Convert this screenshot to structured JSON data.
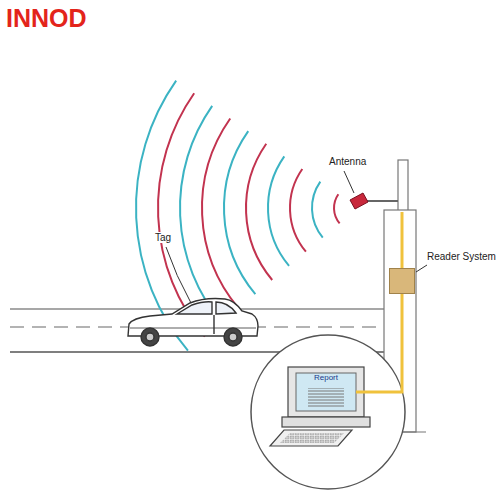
{
  "diagram": {
    "title": "INNOD",
    "nodes": [
      {
        "text": [
          "Antenna"
        ]
      },
      {
        "text": [
          "Reader System"
        ]
      },
      {
        "text": [
          "Report"
        ]
      }
    ],
    "edges": [
      {
        "from": 0,
        "to": 1,
        "arrow": "none"
      },
      {
        "from": 1,
        "to": 2,
        "arrow": "none"
      }
    ],
    "labels": [
      "Tag"
    ]
  }
}
